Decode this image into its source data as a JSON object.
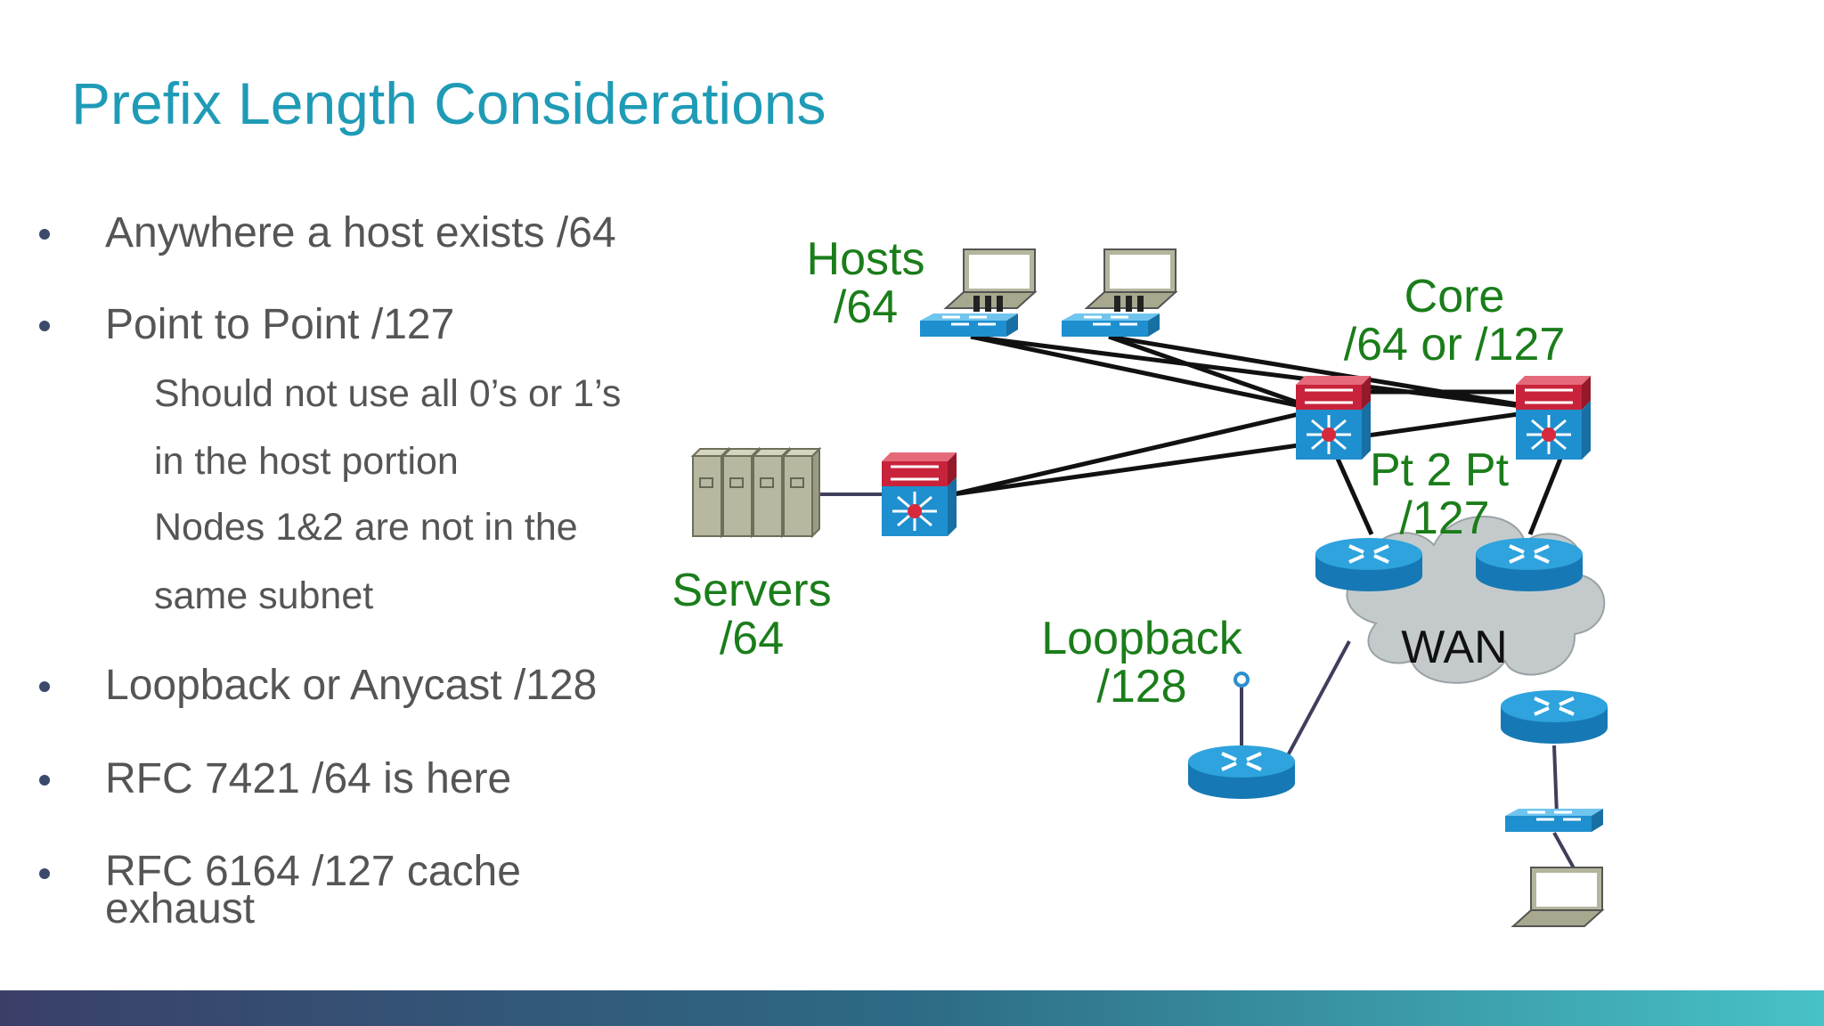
{
  "slide": {
    "title": "Prefix Length Considerations",
    "bullets": [
      {
        "text": "Anywhere a host exists /64"
      },
      {
        "text": "Point to Point /127"
      },
      {
        "text": "Loopback or Anycast /128"
      },
      {
        "text": "RFC 7421 /64 is here"
      },
      {
        "text": "RFC 6164 /127 cache exhaust"
      }
    ],
    "sub_bullets": [
      "Should not use all 0’s or 1’s",
      "in the host portion",
      "Nodes 1&2 are not in the",
      "same subnet"
    ]
  },
  "diagram": {
    "labels": {
      "hosts_line1": "Hosts",
      "hosts_line2": "/64",
      "core_line1": "Core",
      "core_line2": "/64 or /127",
      "pt2pt_line1": "Pt 2 Pt",
      "pt2pt_line2": "/127",
      "servers_line1": "Servers",
      "servers_line2": "/64",
      "loopback_line1": "Loopback",
      "loopback_line2": "/128",
      "wan": "WAN"
    },
    "colors": {
      "label_green": "#1a7d1a",
      "title_teal": "#1f9bb6",
      "device_blue": "#1e8fcf",
      "device_red": "#c8233a",
      "cloud_gray": "#c4cacb"
    },
    "icons": [
      "laptop-icon",
      "switch-icon",
      "multilayer-switch-icon",
      "router-icon",
      "server-icon",
      "cloud-icon"
    ]
  }
}
